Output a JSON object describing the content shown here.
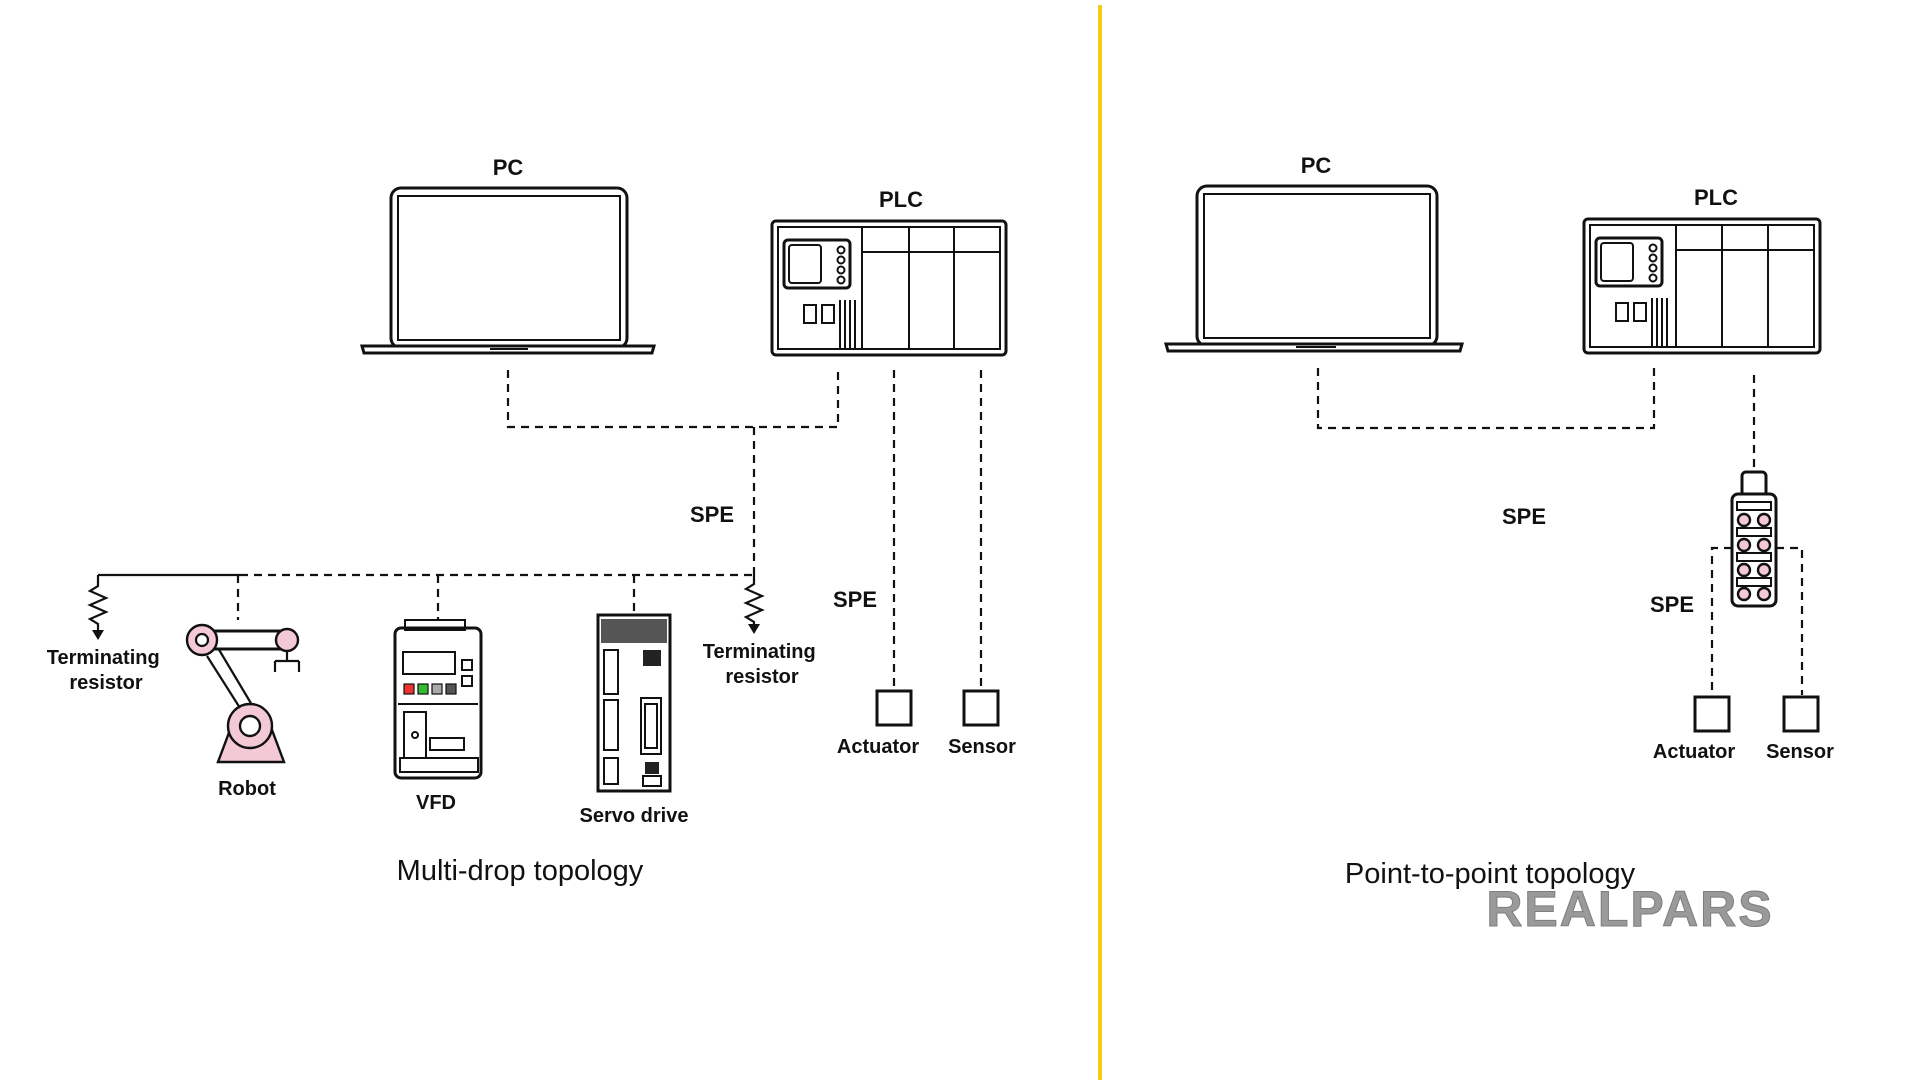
{
  "left": {
    "pc_label": "PC",
    "plc_label": "PLC",
    "spe_label_1": "SPE",
    "spe_label_2": "SPE",
    "terminating_resistor_left": [
      "Terminating",
      "resistor"
    ],
    "terminating_resistor_right": [
      "Terminating",
      "resistor"
    ],
    "robot_label": "Robot",
    "vfd_label": "VFD",
    "servo_label": "Servo drive",
    "actuator_label": "Actuator",
    "sensor_label": "Sensor",
    "title": "Multi-drop topology"
  },
  "right": {
    "pc_label": "PC",
    "plc_label": "PLC",
    "spe_label_1": "SPE",
    "spe_label_2": "SPE",
    "actuator_label": "Actuator",
    "sensor_label": "Sensor",
    "title": "Point-to-point topology"
  },
  "brand": {
    "logo_text": "REALPARS"
  },
  "colors": {
    "divider": "#f2cc16",
    "accent_pink": "#f4c9d6",
    "logo_gray": "#9a9a9a"
  }
}
